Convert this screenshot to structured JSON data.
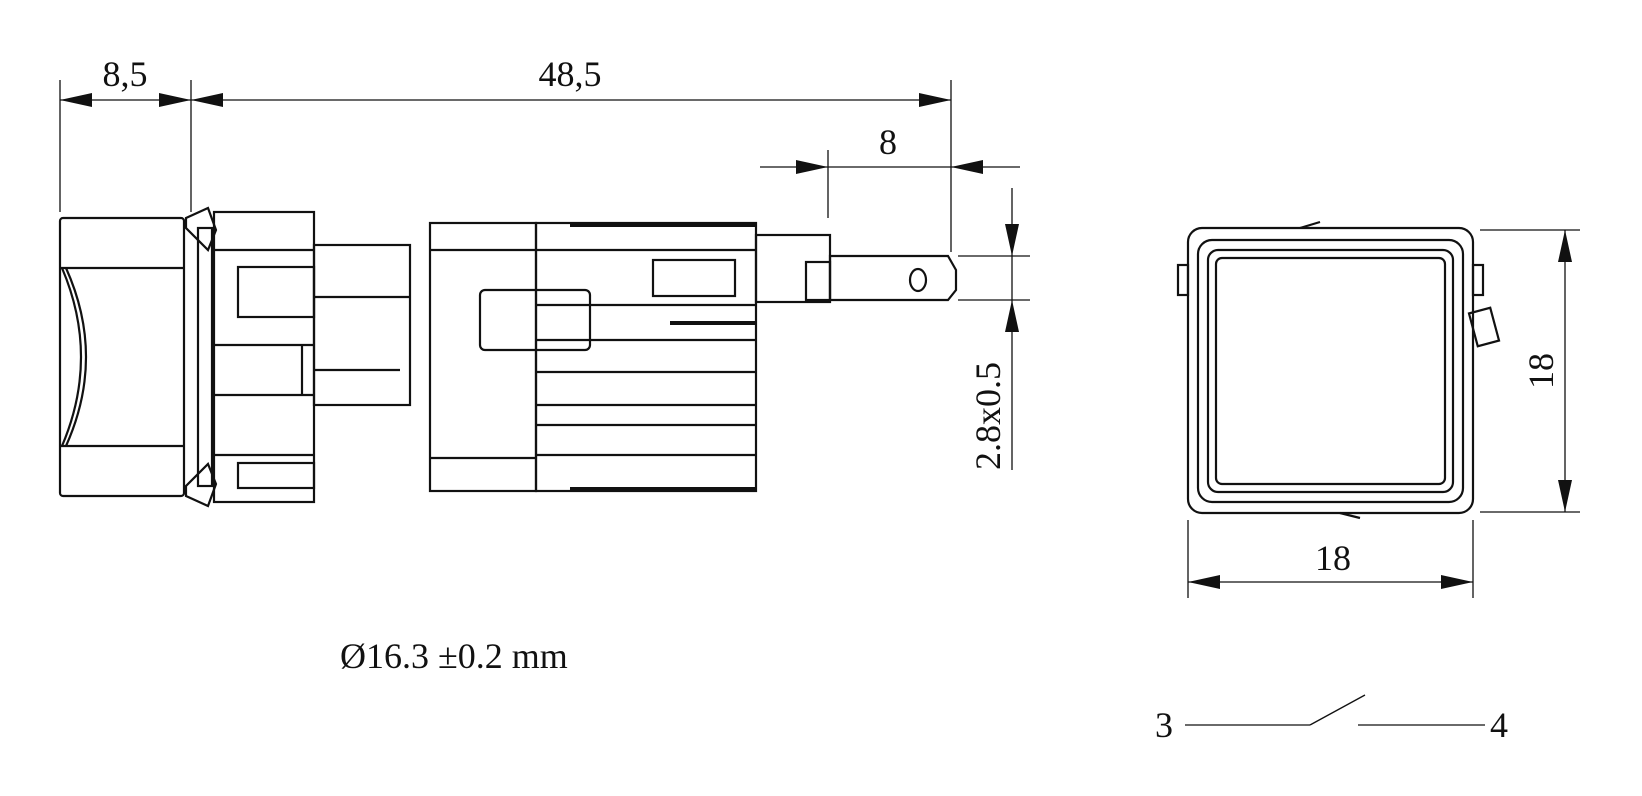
{
  "dimensions": {
    "front_length": "8,5",
    "body_length": "48,5",
    "terminal_length": "8",
    "terminal_size": "2.8x0.5",
    "height": "18",
    "width": "18"
  },
  "note": "Ø16.3 ±0.2 mm",
  "schematic": {
    "terminal_left": "3",
    "terminal_right": "4"
  },
  "colors": {
    "line": "#111111",
    "background": "#ffffff"
  }
}
